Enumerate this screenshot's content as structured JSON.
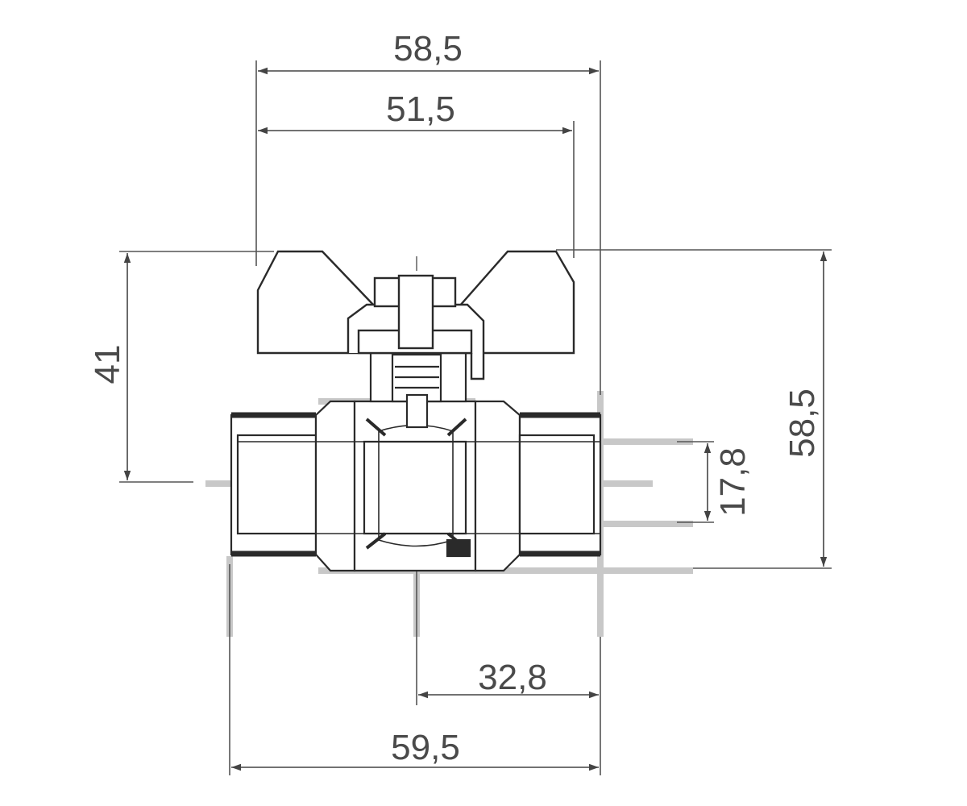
{
  "dimensions": {
    "overall_handle_width": "58,5",
    "handle_width": "51,5",
    "height_to_axis": "41",
    "overall_height": "58,5",
    "bore_diameter": "17,8",
    "axis_to_end": "32,8",
    "body_length": "59,5"
  },
  "colors": {
    "line": "#2a2a2a",
    "dimension_line": "#555555",
    "text": "#4a4a4a",
    "ghost": "#bdbdbd"
  }
}
